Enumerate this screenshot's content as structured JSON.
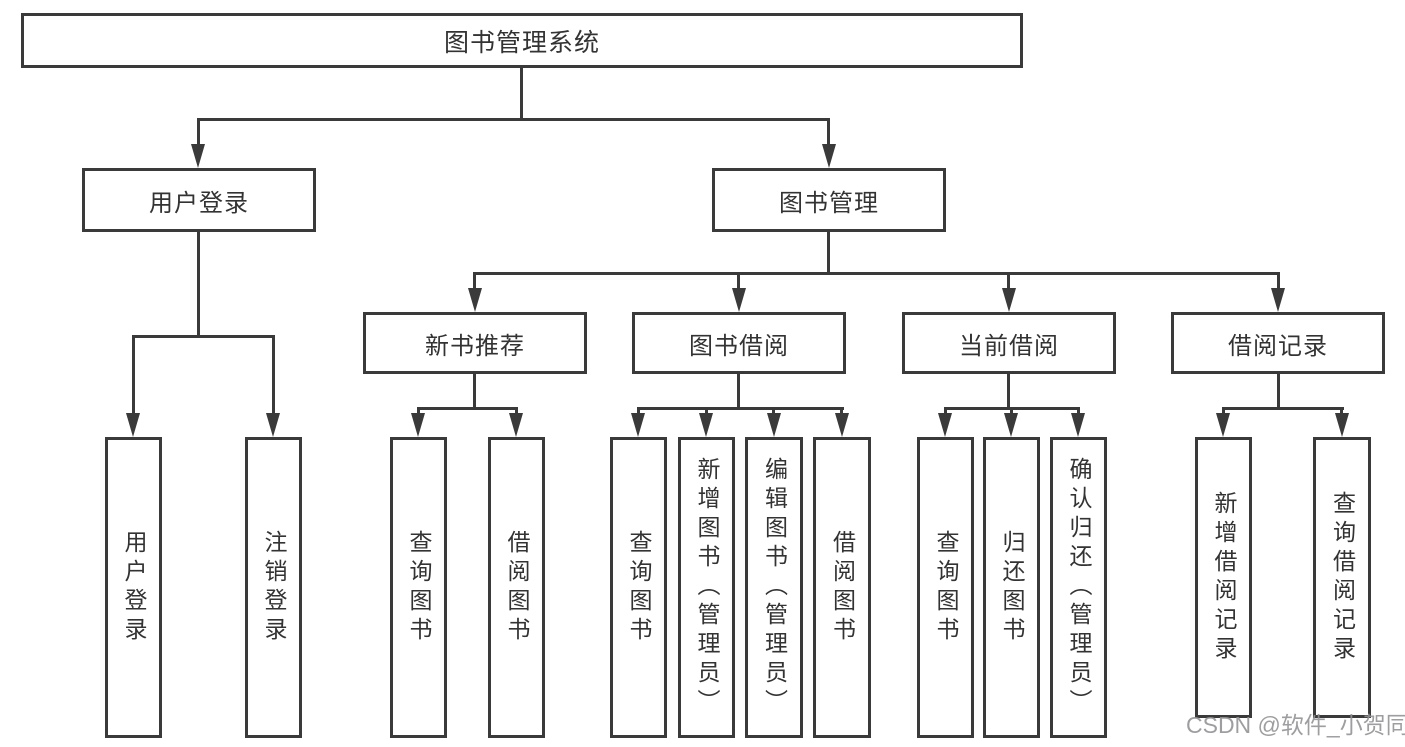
{
  "diagram": {
    "root": "图书管理系统",
    "level2": [
      "用户登录",
      "图书管理"
    ],
    "level3": [
      "新书推荐",
      "图书借阅",
      "当前借阅",
      "借阅记录"
    ],
    "leaves": {
      "g1": [
        "用户登录",
        "注销登录"
      ],
      "g2": [
        "查询图书",
        "借阅图书"
      ],
      "g3": [
        "查询图书",
        "新增图书（管理员）",
        "编辑图书（管理员）",
        "借阅图书"
      ],
      "g4": [
        "查询图书",
        "归还图书",
        "确认归还（管理员）"
      ],
      "g5": [
        "新增借阅记录",
        "查询借阅记录"
      ]
    },
    "watermark": "CSDN @软件_小贺同学",
    "colors": {
      "line": "#3a3a3a",
      "text": "#333333",
      "watermark": "#949496",
      "background": "#ffffff"
    }
  }
}
